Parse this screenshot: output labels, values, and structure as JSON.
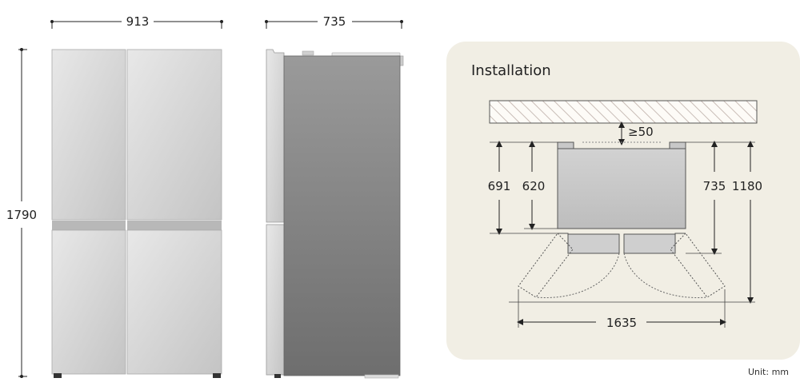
{
  "front_view": {
    "width_label": "913",
    "height_label": "1790"
  },
  "side_view": {
    "depth_label": "735"
  },
  "installation": {
    "title": "Installation",
    "top_clearance_label": "≥50",
    "dims": {
      "d691": "691",
      "d620": "620",
      "d735": "735",
      "d1180": "1180",
      "d1635": "1635"
    }
  },
  "unit_label": "Unit: mm",
  "colors": {
    "panel_bg": "#f1eee4",
    "door_light": "#e3e3e3",
    "door_dark": "#c8c8c8",
    "side_body": "#8a8a8a",
    "hatch": "#c9bdb7"
  }
}
